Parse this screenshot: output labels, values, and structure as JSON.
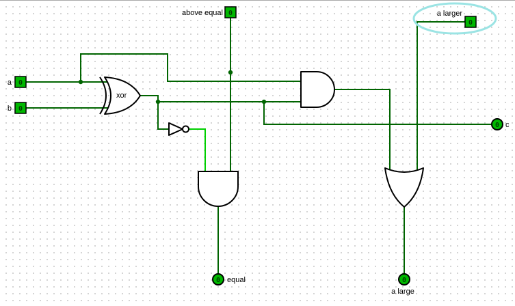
{
  "app": {
    "name": "logic-circuit-canvas"
  },
  "colors": {
    "background": "#ffffff",
    "grid_dot": "#c8c8c8",
    "wire_low": "#006400",
    "wire_high": "#00d000",
    "gate_fill": "#ffffff",
    "gate_stroke": "#000000",
    "pin_fill": "#00b800",
    "pin_digit": "#004000",
    "label": "#000000",
    "highlight": "#9be4e4"
  },
  "pins": {
    "inputs": [
      {
        "id": "a",
        "label": "a",
        "value": "0"
      },
      {
        "id": "b",
        "label": "b",
        "value": "0"
      },
      {
        "id": "above-equal",
        "label": "above equal",
        "value": "0"
      },
      {
        "id": "a-larger",
        "label": "a larger",
        "value": "0"
      }
    ],
    "outputs": [
      {
        "id": "equal",
        "label": "equal",
        "value": "0"
      },
      {
        "id": "a-large",
        "label": "a large",
        "value": "0"
      },
      {
        "id": "c",
        "label": "c",
        "value": "0"
      }
    ]
  },
  "gates": {
    "xor": {
      "type": "XOR",
      "label": "xor"
    },
    "not": {
      "type": "NOT"
    },
    "and_main": {
      "type": "AND"
    },
    "and_equal": {
      "type": "AND"
    },
    "or_alarge": {
      "type": "OR"
    }
  },
  "annotation": {
    "type": "ellipse-highlight",
    "around": "a larger"
  }
}
